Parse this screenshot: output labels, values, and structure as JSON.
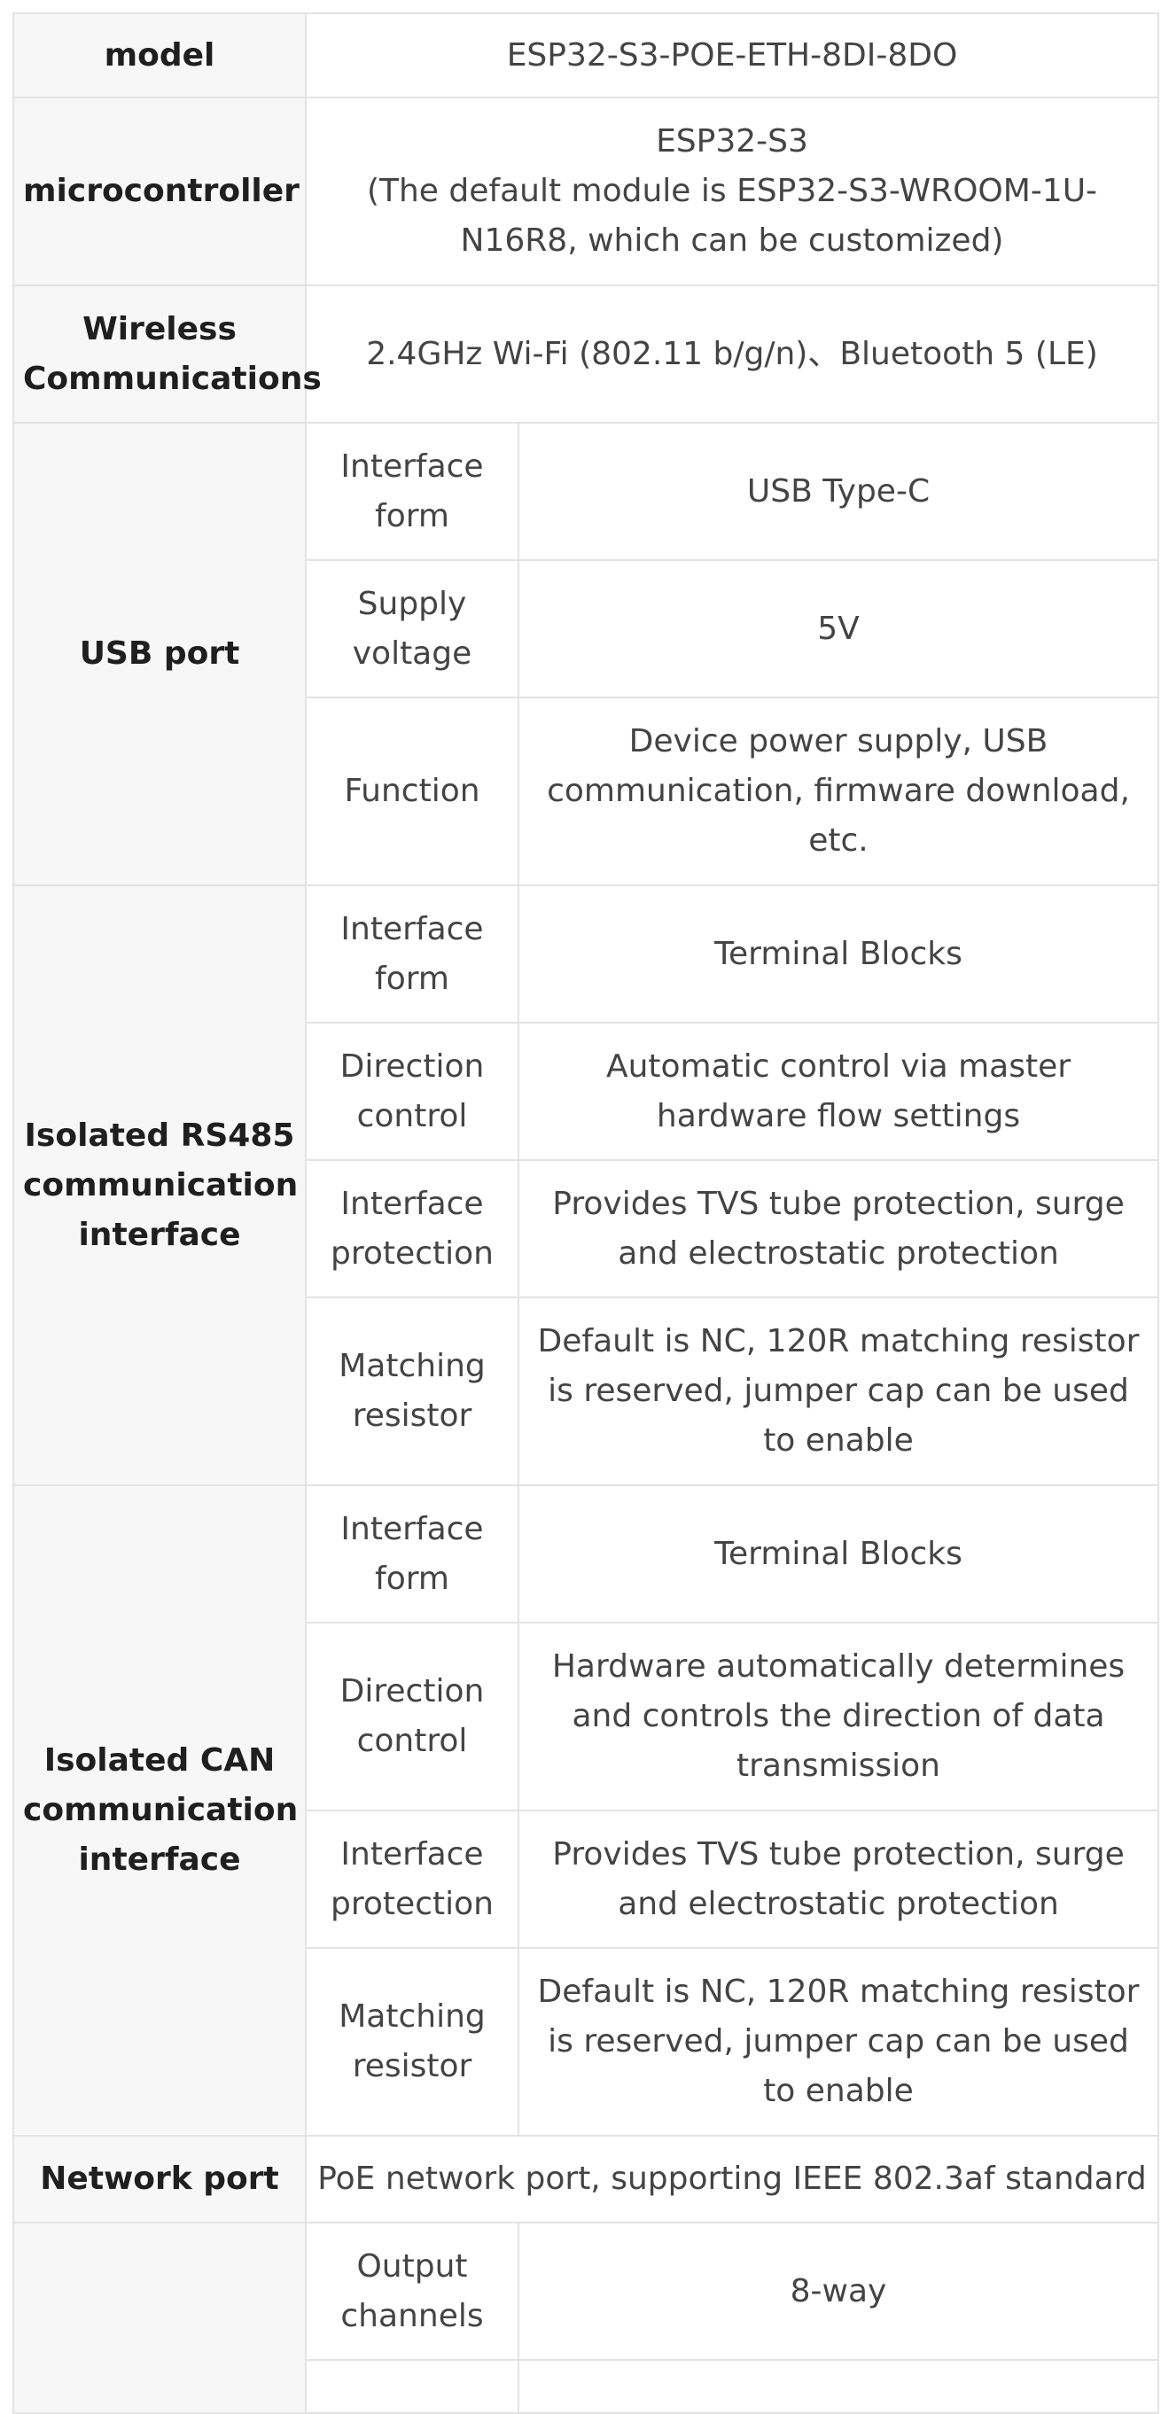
{
  "rows": {
    "model": {
      "label": "model",
      "value": "ESP32-S3-POE-ETH-8DI-8DO"
    },
    "microcontroller": {
      "label": "microcontroller",
      "value_line1": "ESP32-S3",
      "value_line2": "(The default module is ESP32-S3-WROOM-1U-N16R8, which can be customized)"
    },
    "wireless": {
      "label": "Wireless Communications",
      "value": "2.4GHz Wi-Fi (802.11 b/g/n)、Bluetooth 5 (LE)"
    },
    "usb": {
      "label": "USB port",
      "items": [
        {
          "name": "Interface form",
          "value": "USB Type-C"
        },
        {
          "name": "Supply voltage",
          "value": "5V"
        },
        {
          "name": "Function",
          "value": "Device power supply, USB communication, firmware download, etc."
        }
      ]
    },
    "rs485": {
      "label": "Isolated RS485 communication interface",
      "items": [
        {
          "name": "Interface form",
          "value": "Terminal Blocks"
        },
        {
          "name": "Direction control",
          "value": "Automatic control via master hardware flow settings"
        },
        {
          "name": "Interface protection",
          "value": "Provides TVS tube protection, surge and electrostatic protection"
        },
        {
          "name": "Matching resistor",
          "value": "Default is NC, 120R matching resistor is reserved, jumper cap can be used to enable"
        }
      ]
    },
    "can": {
      "label": "Isolated CAN communication interface",
      "items": [
        {
          "name": "Interface form",
          "value": "Terminal Blocks"
        },
        {
          "name": "Direction control",
          "value": "Hardware automatically determines and controls the direction of data transmission"
        },
        {
          "name": "Interface protection",
          "value": "Provides TVS tube protection, surge and electrostatic protection"
        },
        {
          "name": "Matching resistor",
          "value": "Default is NC, 120R matching resistor is reserved, jumper cap can be used to enable"
        }
      ]
    },
    "network": {
      "label": "Network port",
      "value": "PoE network port, supporting IEEE 802.3af standard"
    },
    "output": {
      "label": "",
      "items": [
        {
          "name": "Output channels",
          "value": "8-way"
        }
      ]
    }
  }
}
